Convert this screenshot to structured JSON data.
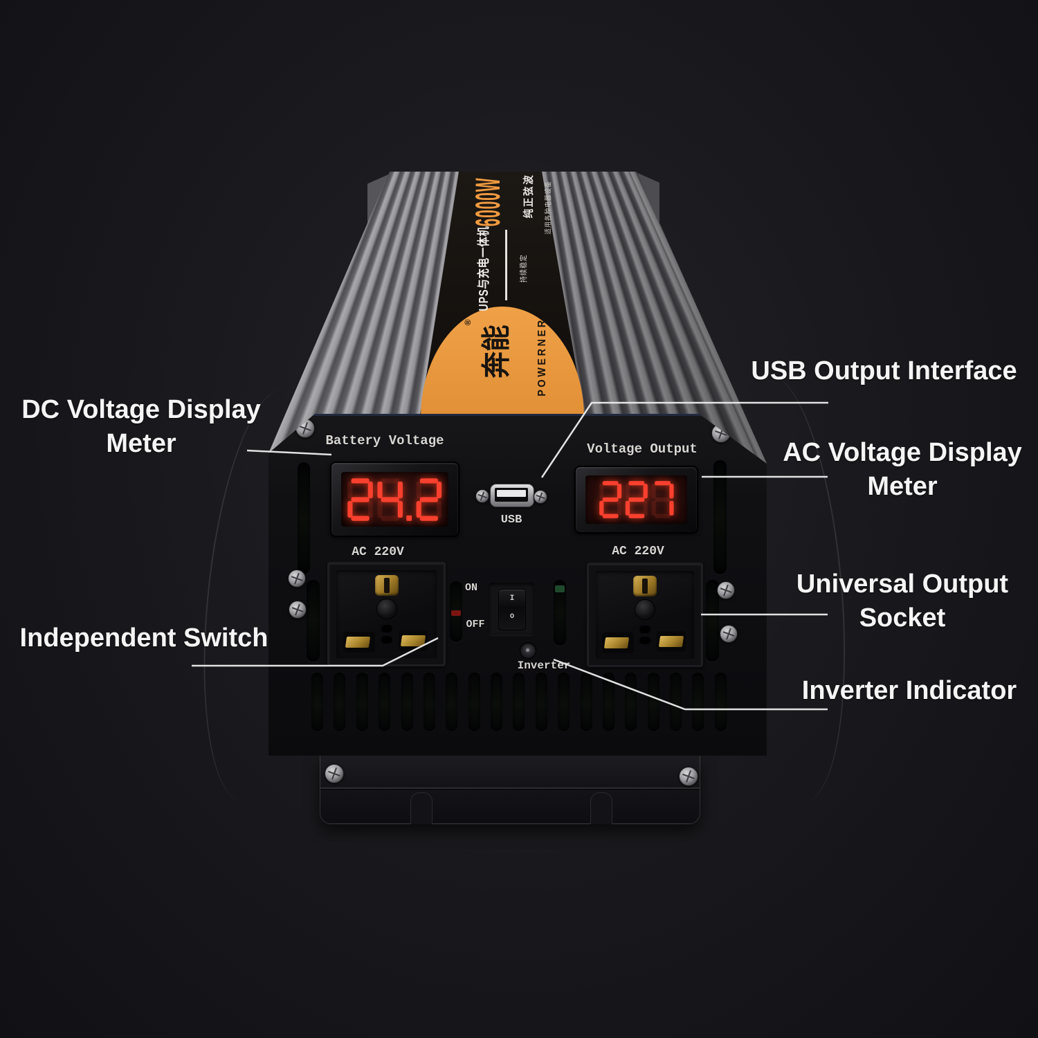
{
  "annotations": {
    "dc_meter": "DC Voltage Display\nMeter",
    "usb": "USB Output Interface",
    "ac_meter": "AC Voltage Display\nMeter",
    "socket": "Universal Output\nSocket",
    "switch": "Independent Switch",
    "inverter_indicator": "Inverter Indicator"
  },
  "device": {
    "top_label": {
      "power": "6000W",
      "type_line": "UPS与充电一体机",
      "side_line": "纯正弦波",
      "side_line2": "持续稳定",
      "micro_line": "适用各种电器设备"
    },
    "brand": {
      "cn": "奔能",
      "reg": "®",
      "en": "POWERNER"
    },
    "panel": {
      "battery_label": "Battery Voltage",
      "output_label": "Voltage Output",
      "usb_label": "USB",
      "ac_left": "AC 220V",
      "ac_right": "AC 220V",
      "on": "ON",
      "off": "OFF",
      "rocker_top": "I",
      "rocker_bottom": "O",
      "inverter": "Inverter"
    },
    "displays": {
      "battery": {
        "value": "24.2"
      },
      "output": {
        "value": "227"
      }
    }
  },
  "colors": {
    "led": "#f8402e",
    "led_ghost": "rgba(255,80,56,0.13)",
    "accent_orange": "#e8953c",
    "annotation": "#f5f5f5"
  }
}
